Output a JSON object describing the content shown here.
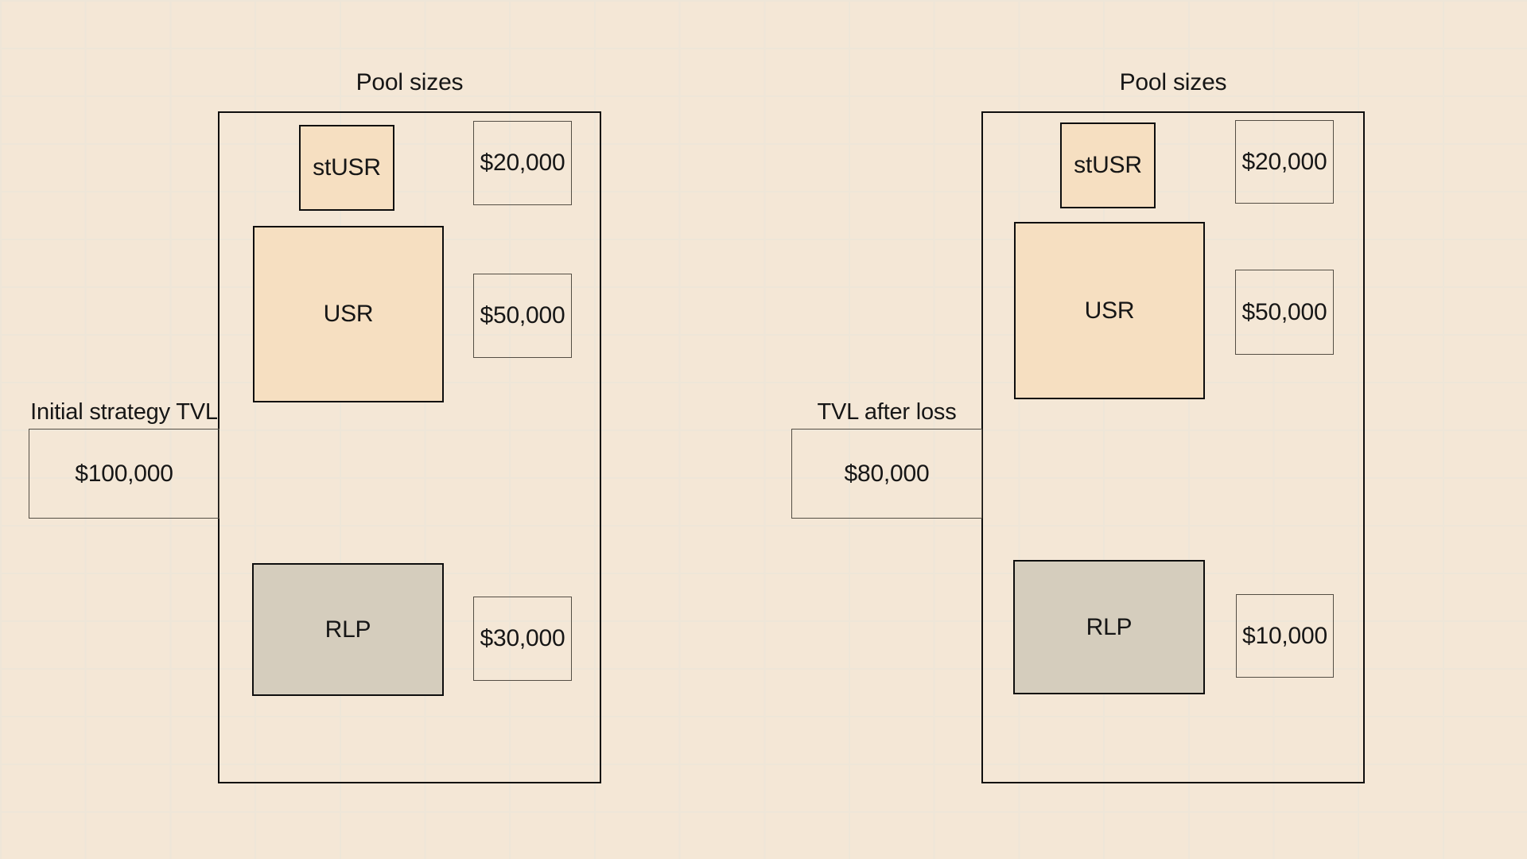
{
  "canvas": {
    "description": "Whiteboard diagram comparing strategy pool sizes before and after a loss",
    "colors": {
      "background": "#f4e7d6",
      "grid_line": "#eee6d8",
      "token_pool_fill": "#f6dfc1",
      "rlp_pool_fill": "#d5cdbd",
      "strong_outline": "#0e0e0e",
      "thin_outline": "#544e44",
      "text": "#161616"
    }
  },
  "panels": [
    {
      "title": "Pool sizes",
      "tvl_label": "Initial strategy TVL",
      "tvl_value": "$100,000",
      "pools": [
        {
          "name": "stUSR",
          "value": "$20,000"
        },
        {
          "name": "USR",
          "value": "$50,000"
        },
        {
          "name": "RLP",
          "value": "$30,000"
        }
      ]
    },
    {
      "title": "Pool sizes",
      "tvl_label": "TVL after loss",
      "tvl_value": "$80,000",
      "pools": [
        {
          "name": "stUSR",
          "value": "$20,000"
        },
        {
          "name": "USR",
          "value": "$50,000"
        },
        {
          "name": "RLP",
          "value": "$10,000"
        }
      ]
    }
  ]
}
